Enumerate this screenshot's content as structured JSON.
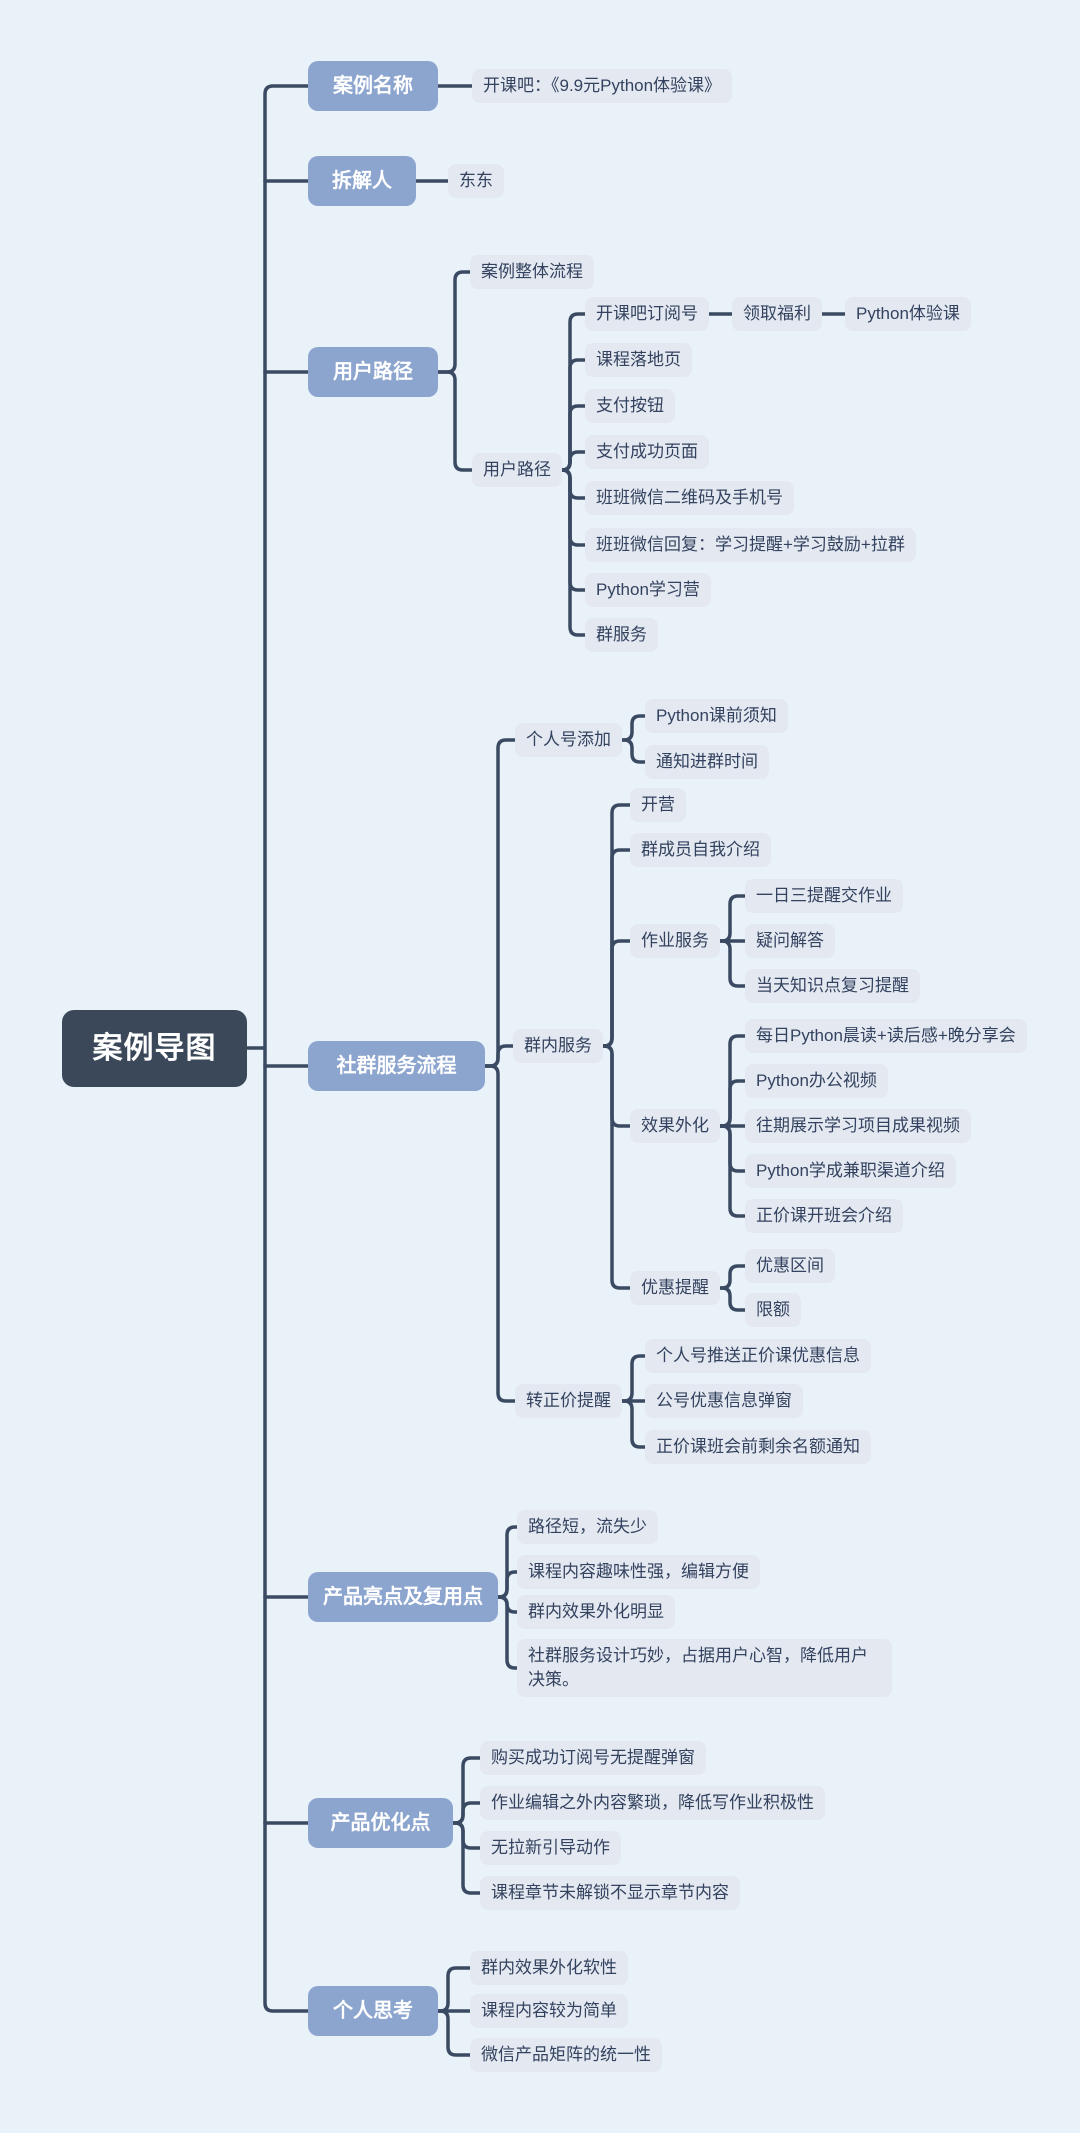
{
  "colors": {
    "background": "#e9f1f9",
    "root_fill": "#3a4859",
    "branch_fill": "#8ca5cf",
    "leaf_fill": "#e4e9f1",
    "leaf_text": "#33425f",
    "line": "#3b4a63",
    "root_text": "#ffffff",
    "branch_text": "#ffffff"
  },
  "map": {
    "root": {
      "label": "案例导图"
    },
    "branches": [
      {
        "label": "案例名称",
        "children": [
          {
            "label": "开课吧：《9.9元Python体验课》"
          }
        ]
      },
      {
        "label": "拆解人",
        "children": [
          {
            "label": "东东"
          }
        ]
      },
      {
        "label": "用户路径",
        "children": [
          {
            "label": "案例整体流程"
          },
          {
            "label": "用户路径",
            "children": [
              {
                "label": "开课吧订阅号",
                "children": [
                  {
                    "label": "领取福利",
                    "children": [
                      {
                        "label": "Python体验课"
                      }
                    ]
                  }
                ]
              },
              {
                "label": "课程落地页"
              },
              {
                "label": "支付按钮"
              },
              {
                "label": "支付成功页面"
              },
              {
                "label": "班班微信二维码及手机号"
              },
              {
                "label": "班班微信回复：学习提醒+学习鼓励+拉群"
              },
              {
                "label": "Python学习营"
              },
              {
                "label": "群服务"
              }
            ]
          }
        ]
      },
      {
        "label": "社群服务流程",
        "children": [
          {
            "label": "个人号添加",
            "children": [
              {
                "label": "Python课前须知"
              },
              {
                "label": "通知进群时间"
              }
            ]
          },
          {
            "label": "群内服务",
            "children": [
              {
                "label": "开营"
              },
              {
                "label": "群成员自我介绍"
              },
              {
                "label": "作业服务",
                "children": [
                  {
                    "label": "一日三提醒交作业"
                  },
                  {
                    "label": "疑问解答"
                  },
                  {
                    "label": "当天知识点复习提醒"
                  }
                ]
              },
              {
                "label": "效果外化",
                "children": [
                  {
                    "label": "每日Python晨读+读后感+晚分享会"
                  },
                  {
                    "label": "Python办公视频"
                  },
                  {
                    "label": "往期展示学习项目成果视频"
                  },
                  {
                    "label": "Python学成兼职渠道介绍"
                  },
                  {
                    "label": "正价课开班会介绍"
                  }
                ]
              },
              {
                "label": "优惠提醒",
                "children": [
                  {
                    "label": "优惠区间"
                  },
                  {
                    "label": "限额"
                  }
                ]
              }
            ]
          },
          {
            "label": "转正价提醒",
            "children": [
              {
                "label": "个人号推送正价课优惠信息"
              },
              {
                "label": "公号优惠信息弹窗"
              },
              {
                "label": "正价课班会前剩余名额通知"
              }
            ]
          }
        ]
      },
      {
        "label": "产品亮点及复用点",
        "children": [
          {
            "label": "路径短，流失少"
          },
          {
            "label": "课程内容趣味性强，编辑方便"
          },
          {
            "label": "群内效果外化明显"
          },
          {
            "label": "社群服务设计巧妙，占据用户心智，降低用户决策。"
          }
        ]
      },
      {
        "label": "产品优化点",
        "children": [
          {
            "label": "购买成功订阅号无提醒弹窗"
          },
          {
            "label": "作业编辑之外内容繁琐，降低写作业积极性"
          },
          {
            "label": "无拉新引导动作"
          },
          {
            "label": "课程章节未解锁不显示章节内容"
          }
        ]
      },
      {
        "label": "个人思考",
        "children": [
          {
            "label": "群内效果外化软性"
          },
          {
            "label": "课程内容较为简单"
          },
          {
            "label": "微信产品矩阵的统一性"
          }
        ]
      }
    ]
  }
}
